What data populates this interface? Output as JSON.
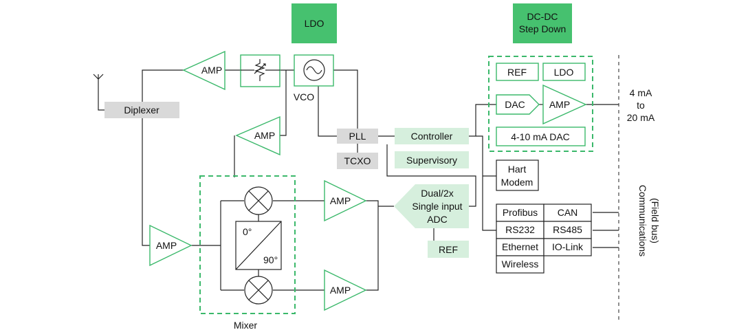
{
  "blocks": {
    "ldo_top": "LDO",
    "dcdc_line1": "DC-DC",
    "dcdc_line2": "Step Down",
    "amp": "AMP",
    "vco": "VCO",
    "diplexer": "Diplexer",
    "pll": "PLL",
    "tcxo": "TCXO",
    "controller": "Controller",
    "supervisory": "Supervisory",
    "adc_line1": "Dual/2x",
    "adc_line2": "Single input",
    "adc_line3": "ADC",
    "ref_adc": "REF",
    "mixer": "Mixer",
    "phase0": "0°",
    "phase90": "90°",
    "ref_right": "REF",
    "ldo_right": "LDO",
    "dac": "DAC",
    "dac_4_10": "4-10 mA DAC",
    "hart_line1": "Hart",
    "hart_line2": "Modem"
  },
  "output_label": [
    "4 mA",
    "to",
    "20 mA"
  ],
  "fieldbus": [
    "Profibus",
    "CAN",
    "RS232",
    "RS485",
    "Ethernet",
    "IO-Link",
    "Wireless"
  ],
  "communications": [
    "Communications",
    "(Field bus)"
  ],
  "colors": {
    "accent_green": "#3ab86a",
    "solid_green": "#46c16f",
    "light_green": "#d6efdd",
    "gray": "#d9d9d9"
  }
}
